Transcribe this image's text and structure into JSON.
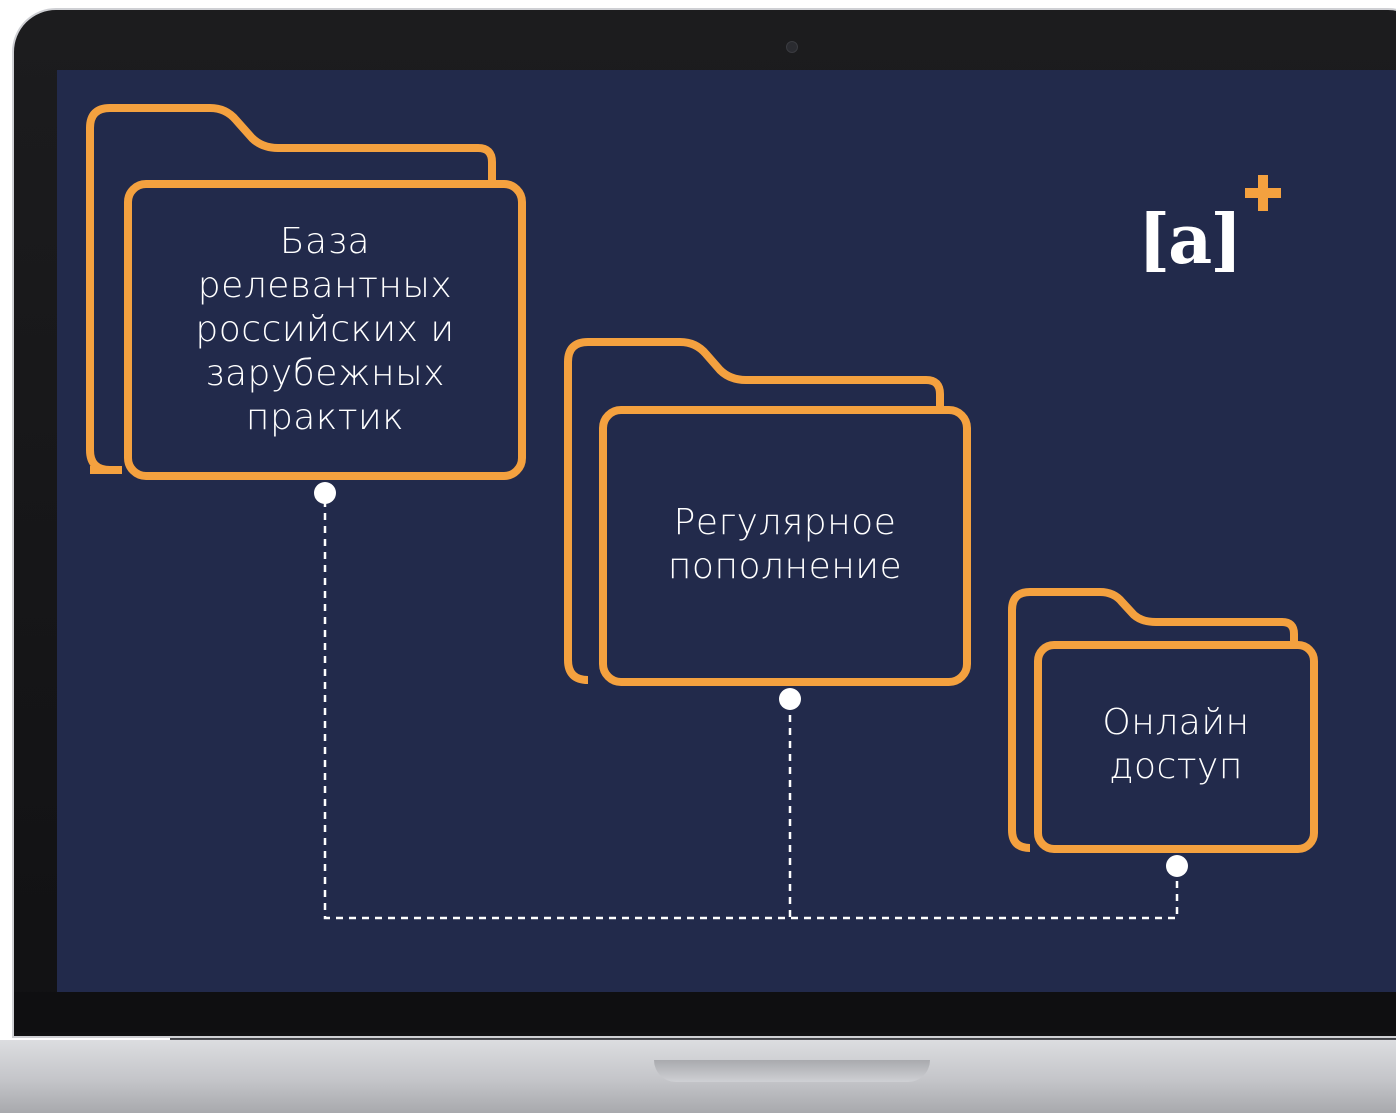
{
  "screen": {
    "background": "#222a4b",
    "accent": "#f4a13f",
    "connector_color": "#ffffff"
  },
  "logo": {
    "text": "[a]",
    "icon": "plus-icon"
  },
  "folders": [
    {
      "label": "База\nрелевантных\nроссийских и\nзарубежных\nпрактик",
      "icon": "folder-icon"
    },
    {
      "label": "Регулярное\nпополнение",
      "icon": "folder-icon"
    },
    {
      "label": "Онлайн\nдоступ",
      "icon": "folder-icon"
    }
  ]
}
